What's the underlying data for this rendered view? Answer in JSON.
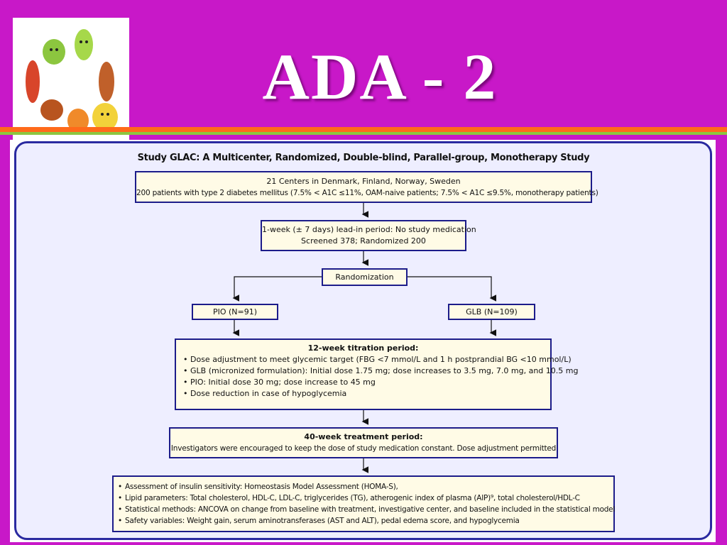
{
  "slide": {
    "title": "ADA - 2",
    "colors": {
      "background": "#c818c8",
      "stripe_orange": "#ff6a1a",
      "stripe_green": "#8cc63f",
      "panel": "#eeeeff",
      "box": "#fffbe6",
      "border": "#1c1c8a"
    }
  },
  "logo": {
    "description_icon": "cartoon-food-characters-icon"
  },
  "flowchart": {
    "heading": "Study GLAC: A Multicenter, Randomized, Double-blind, Parallel-group, Monotherapy Study",
    "centers": {
      "line1": "21 Centers in Denmark, Finland, Norway, Sweden",
      "line2": "200 patients with type 2 diabetes mellitus (7.5% < A1C ≤11%, OAM-naive patients; 7.5% < A1C ≤9.5%, monotherapy patients)"
    },
    "leadin": {
      "line1": "1-week (± 7 days) lead-in period: No study medication",
      "line2": "Screened 378; Randomized 200"
    },
    "randomization": "Randomization",
    "pio": "PIO (N=91)",
    "glb": "GLB (N=109)",
    "titration": {
      "title": "12-week titration period:",
      "items": [
        "Dose adjustment to meet glycemic target (FBG <7 mmol/L and 1 h postprandial BG <10 mmol/L)",
        "GLB (micronized formulation): Initial dose 1.75 mg; dose increases to 3.5 mg, 7.0 mg, and 10.5 mg",
        "PIO: Initial dose 30 mg; dose increase to 45 mg",
        "Dose reduction in case of hypoglycemia"
      ]
    },
    "treatment": {
      "title": "40-week treatment period:",
      "text": "Investigators were encouraged to keep the dose of study medication constant. Dose adjustment permitted"
    },
    "assessments": {
      "items": [
        "Assessment of insulin sensitivity: Homeostasis Model Assessment (HOMA-S),",
        "Lipid parameters: Total cholesterol, HDL-C, LDL-C, triglycerides (TG), atherogenic index of plasma (AIP)⁹, total cholesterol/HDL-C",
        "Statistical methods: ANCOVA on change from baseline with treatment, investigative center, and baseline included in the statistical model",
        "Safety variables: Weight gain, serum aminotransferases (AST and ALT), pedal edema score, and hypoglycemia"
      ]
    }
  }
}
